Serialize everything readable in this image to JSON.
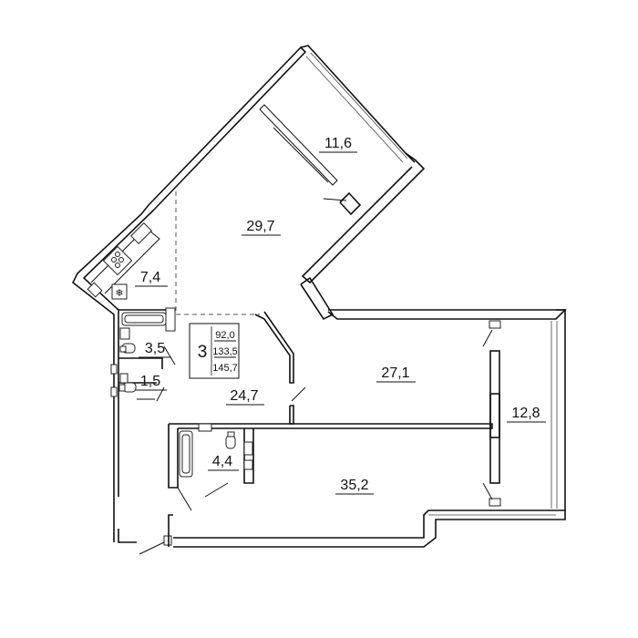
{
  "rooms": [
    {
      "id": "bedroom-north",
      "area": "11,6"
    },
    {
      "id": "living-room",
      "area": "29,7"
    },
    {
      "id": "kitchen",
      "area": "7,4"
    },
    {
      "id": "bathroom",
      "area": "3,5"
    },
    {
      "id": "toilet",
      "area": "1,5"
    },
    {
      "id": "hall",
      "area": "24,7"
    },
    {
      "id": "bedroom-east",
      "area": "27,1"
    },
    {
      "id": "loggia",
      "area": "12,8"
    },
    {
      "id": "bathroom-2",
      "area": "4,4"
    },
    {
      "id": "bedroom-south",
      "area": "35,2"
    }
  ],
  "summary": {
    "rooms_count": "3",
    "living_area": "92,0",
    "total_area": "133,5",
    "total_area_with_balcony": "145,7"
  },
  "colors": {
    "wall": "#111111",
    "background": "#ffffff"
  }
}
